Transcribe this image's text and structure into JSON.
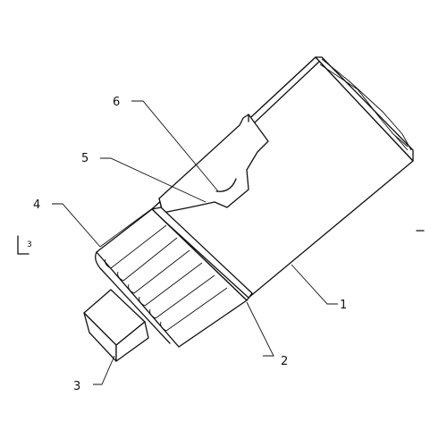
{
  "figure": {
    "callouts": [
      {
        "id": "1",
        "text": "1"
      },
      {
        "id": "2",
        "text": "2"
      },
      {
        "id": "3",
        "text": "3"
      },
      {
        "id": "4",
        "text": "4"
      },
      {
        "id": "5",
        "text": "5"
      },
      {
        "id": "6",
        "text": "6"
      }
    ],
    "margin_mark_left": "3"
  }
}
